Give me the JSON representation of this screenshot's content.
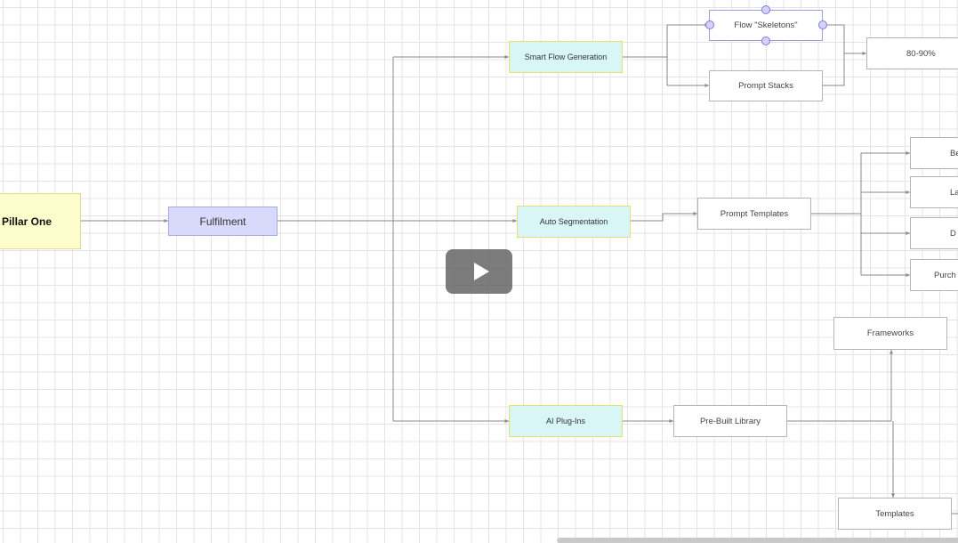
{
  "nodes": {
    "pillar_one": "Pillar One",
    "fulfilment": "Fulfilment",
    "smart_flow": "Smart Flow Generation",
    "auto_segmentation": "Auto Segmentation",
    "ai_plugins": "AI Plug-Ins",
    "flow_skeletons": "Flow \"Skeletons\"",
    "prompt_stacks": "Prompt Stacks",
    "percent": "80-90%",
    "prompt_templates": "Prompt Templates",
    "seg_1": "Be",
    "seg_2": "La",
    "seg_3": "D",
    "seg_4": "Purch",
    "prebuilt_library": "Pre-Built Library",
    "frameworks": "Frameworks",
    "templates": "Templates"
  },
  "colors": {
    "pillar_fill": "#fefdcc",
    "fulfilment_fill": "#d9d9fb",
    "feature_fill": "#d7f6f5",
    "feature_border": "#eadf6e",
    "handle": "#7d7ae0",
    "wire": "#8a8a8a"
  },
  "icons": {
    "play": "play-triangle-icon"
  }
}
